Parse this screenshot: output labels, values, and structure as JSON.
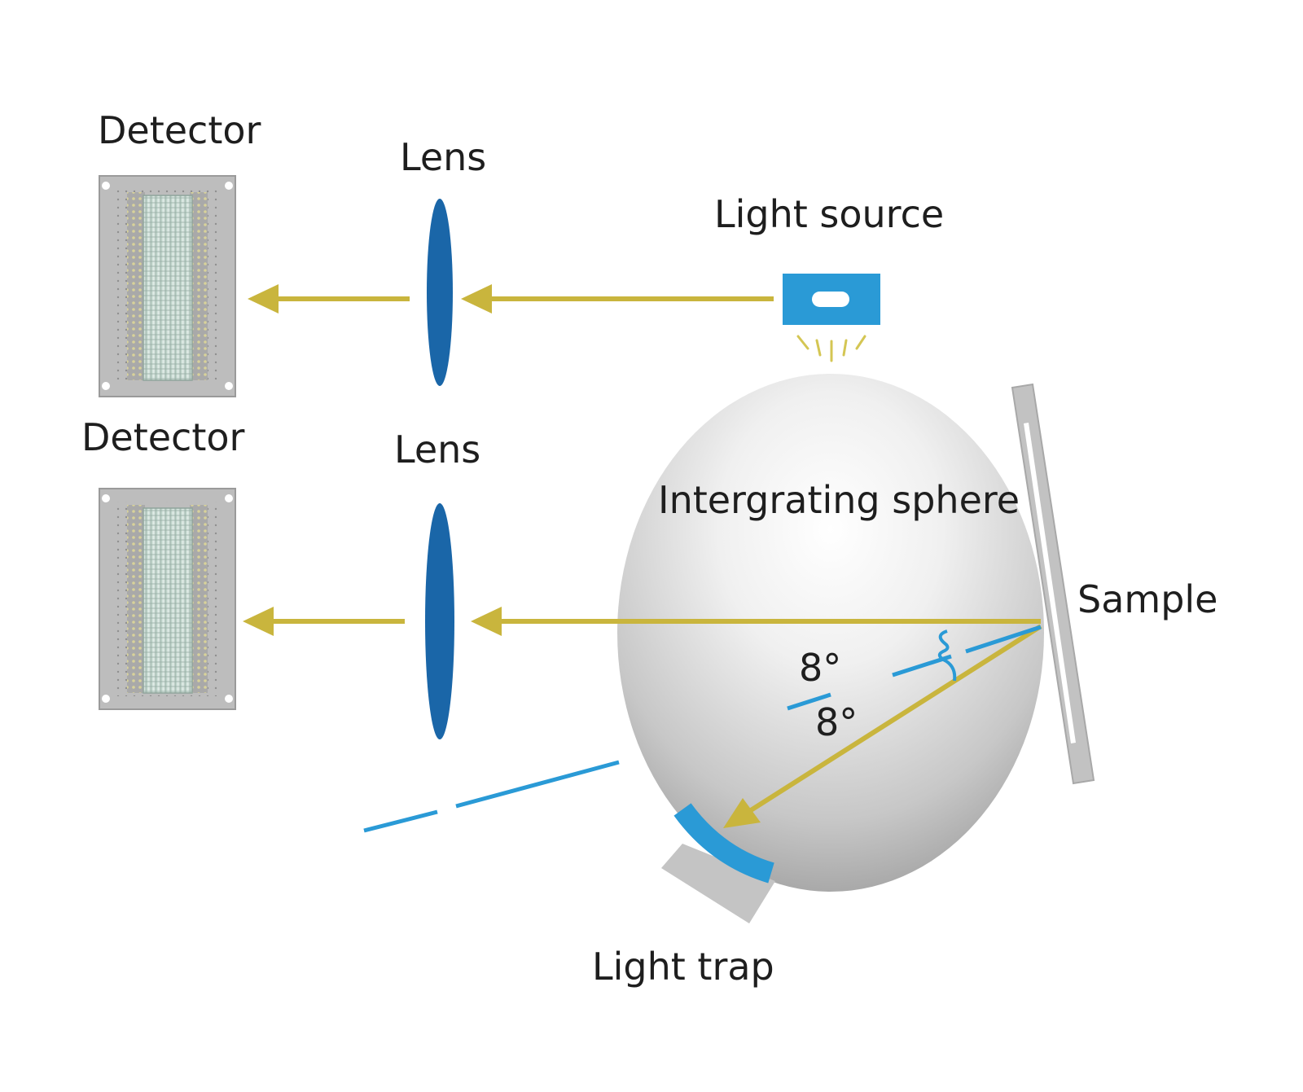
{
  "labels": {
    "detector_top": "Detector",
    "detector_bottom": "Detector",
    "lens_top": "Lens",
    "lens_bottom": "Lens",
    "light_source": "Light source",
    "sphere": "Intergrating sphere",
    "sample": "Sample",
    "light_trap": "Light trap",
    "angle_specular": "8°",
    "angle_incident": "8°"
  },
  "colors": {
    "beam": "#c9b53d",
    "optics_blue": "#1a66a8",
    "accent_blue": "#2a9ad6",
    "housing_gray": "#c2c2c2"
  }
}
